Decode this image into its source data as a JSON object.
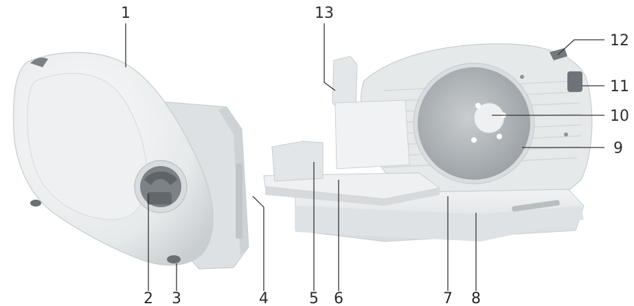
{
  "diagram": {
    "colors": {
      "body": "#e9ebec",
      "body_shadow": "#cfd3d6",
      "body_highlight": "#f7f8f8",
      "blade": "#a9aeb2",
      "blade_center": "#eef0f1",
      "knob": "#6f7478",
      "accent_dark": "#5a5e62",
      "line": "#333333"
    },
    "callouts": [
      {
        "id": "1",
        "label": "1"
      },
      {
        "id": "2",
        "label": "2"
      },
      {
        "id": "3",
        "label": "3"
      },
      {
        "id": "4",
        "label": "4"
      },
      {
        "id": "5",
        "label": "5"
      },
      {
        "id": "6",
        "label": "6"
      },
      {
        "id": "7",
        "label": "7"
      },
      {
        "id": "8",
        "label": "8"
      },
      {
        "id": "9",
        "label": "9"
      },
      {
        "id": "10",
        "label": "10"
      },
      {
        "id": "11",
        "label": "11"
      },
      {
        "id": "12",
        "label": "12"
      },
      {
        "id": "13",
        "label": "13"
      }
    ]
  }
}
